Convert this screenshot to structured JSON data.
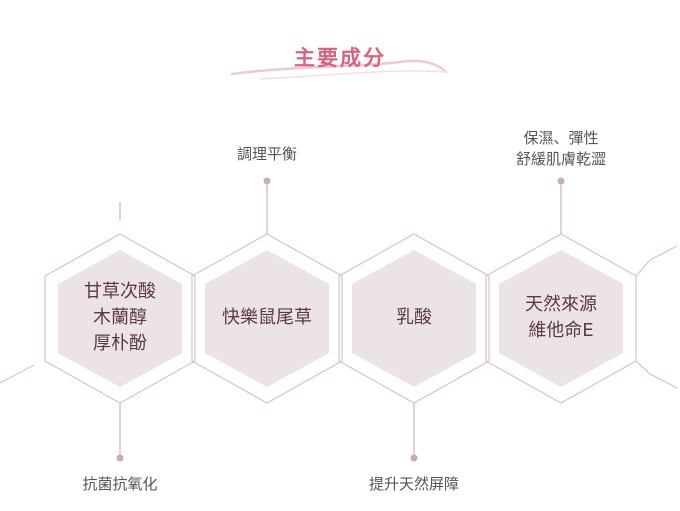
{
  "header": {
    "title": "主要成分"
  },
  "colors": {
    "title": "#d9637f",
    "swoosh": "#f2c9cf",
    "hex_outline": "#d8c3cb",
    "hex_fill": "#ebe3e7",
    "connector": "#d3c0c8",
    "dot": "#c5adb9",
    "ingredient_text": "#5c3849",
    "benefit_text": "#555555"
  },
  "ingredients": [
    {
      "name_lines": [
        "甘草次酸",
        "木蘭醇",
        "厚朴酚"
      ],
      "benefit": "抗菌抗氧化",
      "benefit_position": "bottom"
    },
    {
      "name_lines": [
        "快樂鼠尾草"
      ],
      "benefit": "調理平衡",
      "benefit_position": "top"
    },
    {
      "name_lines": [
        "乳酸"
      ],
      "benefit": "提升天然屏障",
      "benefit_position": "bottom"
    },
    {
      "name_lines": [
        "天然來源",
        "維他命E"
      ],
      "benefit_lines": [
        "保濕、彈性",
        "舒緩肌膚乾澀"
      ],
      "benefit_position": "top"
    }
  ]
}
